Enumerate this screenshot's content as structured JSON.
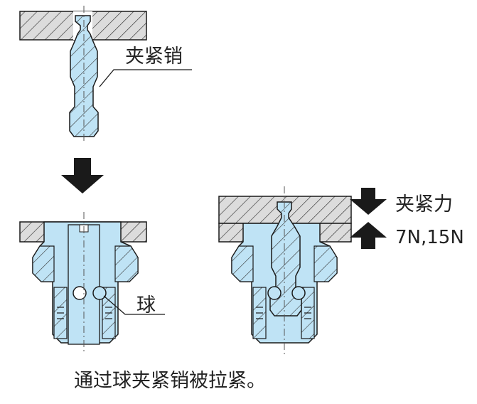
{
  "labels": {
    "clamp_pin": "夹紧销",
    "ball": "球",
    "clamp_force": "夹紧力",
    "force_values": "7N,15N",
    "caption": "通过球夹紧销被拉紧。"
  },
  "colors": {
    "part_fill": "#bfe3f5",
    "plate_fill": "#dcdcdc",
    "outline": "#1a1a1a",
    "arrow": "#1a1a1a"
  }
}
